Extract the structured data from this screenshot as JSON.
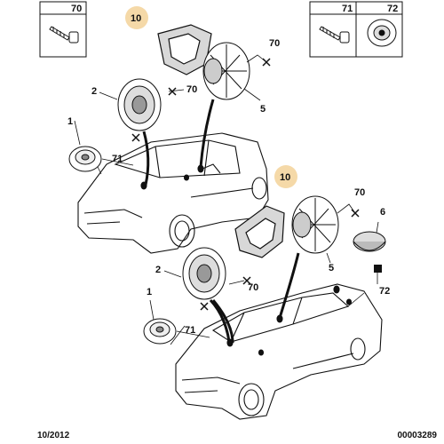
{
  "legend_boxes": [
    {
      "label": "70"
    },
    {
      "label": "71"
    },
    {
      "label": "72"
    }
  ],
  "callouts": {
    "top_10": "10",
    "top_70": "70",
    "top_5": "5",
    "top_2": "2",
    "top_70b": "70",
    "top_1": "1",
    "top_71": "71",
    "bot_10": "10",
    "bot_70": "70",
    "bot_6": "6",
    "bot_5": "5",
    "bot_2": "2",
    "bot_70b": "70",
    "bot_72": "72",
    "bot_1": "1",
    "bot_71": "71"
  },
  "footer": {
    "date": "10/2012",
    "code": "00003289"
  },
  "colors": {
    "highlight": "#f5d9a8",
    "line": "#111111"
  }
}
